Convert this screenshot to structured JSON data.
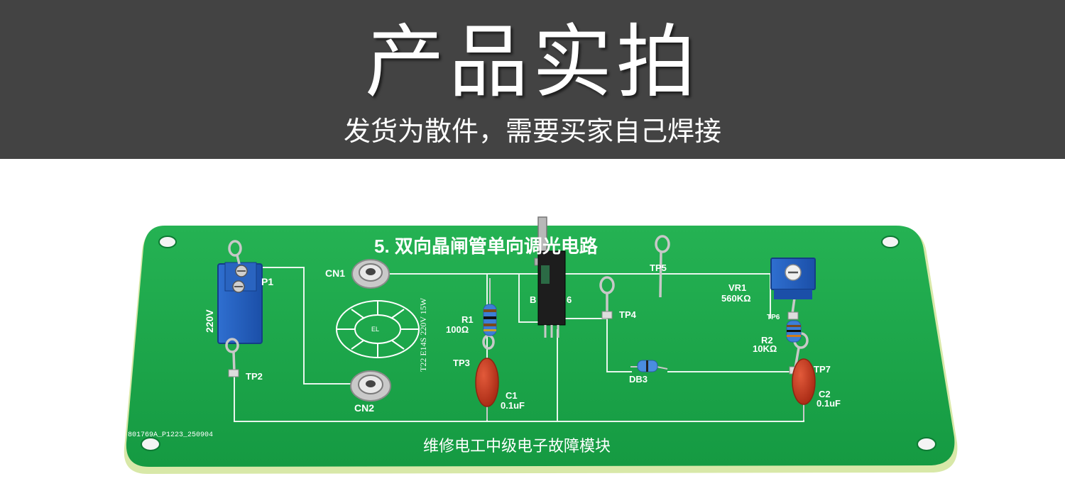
{
  "banner": {
    "title": "产品实拍",
    "subtitle": "发货为散件，需要买家自己焊接",
    "background_color": "#434343"
  },
  "board": {
    "heading": "5. 双向晶闸管单向调光电路",
    "footer": "维修电工中级电子故障模块",
    "code": "801769A_P1223_250904",
    "pcb_color": "#1faa4b",
    "silk_color": "#ffffff",
    "labels": {
      "p1": "P1",
      "v220": "220V",
      "tp2": "TP2",
      "cn1": "CN1",
      "cn2": "CN2",
      "lamp": "EL",
      "lamp_spec": "T22 E14S 220V 15W",
      "r1": "R1",
      "r1_val": "100Ω",
      "tp3": "TP3",
      "c1": "C1",
      "c1_val": "0.1uF",
      "bt": "B",
      "six": "6",
      "tp4": "TP4",
      "tp5": "TP5",
      "db3": "DB3",
      "vr1": "VR1",
      "vr1_val": "560KΩ",
      "tp6": "TP6",
      "r2": "R2",
      "r2_val": "10KΩ",
      "tp7": "TP7",
      "c2": "C2",
      "c2_val": "0.1uF"
    }
  }
}
